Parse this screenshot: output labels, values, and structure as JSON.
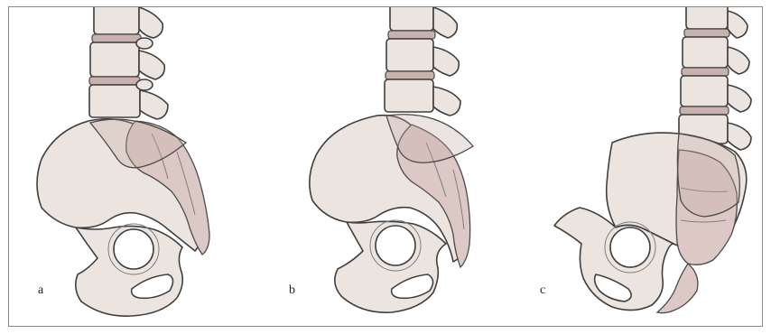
{
  "panels": [
    {
      "id": "a",
      "label": "a"
    },
    {
      "id": "b",
      "label": "b"
    },
    {
      "id": "c",
      "label": "c"
    }
  ],
  "colors": {
    "bone_fill": "#ece4df",
    "shaded_region": "#dcc9c5",
    "disc": "#c7b2ad",
    "outline": "#3f3f3f",
    "border": "#8a8a8a"
  }
}
